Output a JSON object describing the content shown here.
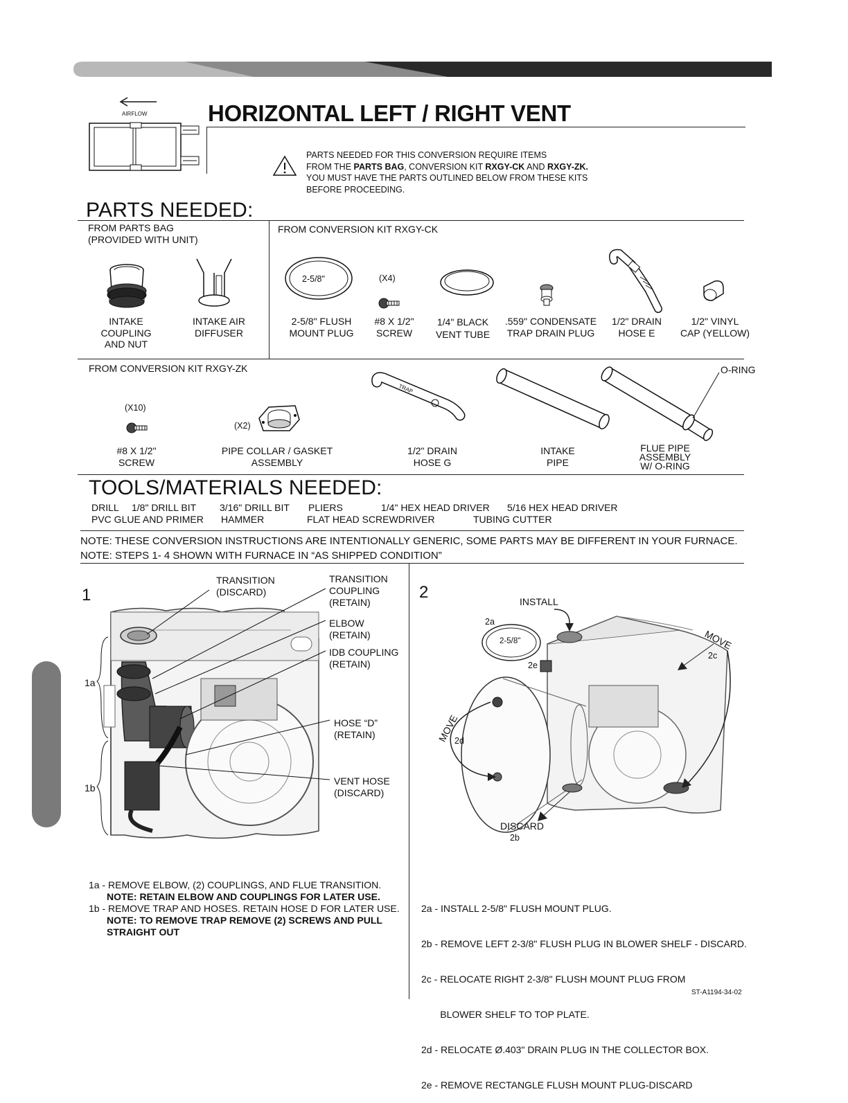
{
  "header": {
    "title": "HORIZONTAL LEFT / RIGHT VENT",
    "airflow_label": "AIRFLOW"
  },
  "warning": {
    "line1": "PARTS NEEDED FOR THIS CONVERSION REQUIRE ITEMS",
    "line2_pre": "FROM THE ",
    "line2_bag": "PARTS BAG",
    "line2_mid": ", CONVERSION KIT ",
    "line2_ck": "RXGY-CK",
    "line2_and": " AND ",
    "line2_zk": "RXGY-ZK.",
    "line3": "YOU MUST HAVE THE PARTS OUTLINED BELOW FROM THESE KITS",
    "line4": "BEFORE PROCEEDING."
  },
  "parts": {
    "heading": "PARTS NEEDED:",
    "bag_heading_1": "FROM PARTS BAG",
    "bag_heading_2": "(PROVIDED WITH UNIT)",
    "ck_heading": "FROM CONVERSION KIT RXGY-CK",
    "zk_heading": "FROM CONVERSION KIT RXGY-ZK",
    "bag_items": [
      {
        "l1": "INTAKE",
        "l2": "COUPLING",
        "l3": "AND NUT"
      },
      {
        "l1": "INTAKE AIR",
        "l2": "DIFFUSER"
      }
    ],
    "ck_items": [
      {
        "l1": "2-5/8\" FLUSH",
        "l2": "MOUNT PLUG",
        "tag": "2-5/8\""
      },
      {
        "l1": "#8 X 1/2\"",
        "l2": "SCREW",
        "qty": "(X4)"
      },
      {
        "l1": "1/4\" BLACK",
        "l2": "VENT TUBE"
      },
      {
        "l1": ".559\" CONDENSATE",
        "l2": "TRAP DRAIN PLUG"
      },
      {
        "l1": "1/2\" DRAIN",
        "l2": "HOSE E"
      },
      {
        "l1": "1/2\" VINYL",
        "l2": "CAP (YELLOW)"
      }
    ],
    "zk_items": [
      {
        "l1": "#8 X 1/2\"",
        "l2": "SCREW",
        "qty": "(X10)"
      },
      {
        "l1": "PIPE COLLAR / GASKET",
        "l2": "ASSEMBLY",
        "qty": "(X2)"
      },
      {
        "l1": "1/2\" DRAIN",
        "l2": "HOSE G",
        "trap": "TRAP"
      },
      {
        "l1": "INTAKE",
        "l2": "PIPE"
      },
      {
        "l1": "FLUE PIPE",
        "l2": "ASSEMBLY",
        "l3": "W/ O-RING",
        "callout": "O-RING"
      }
    ]
  },
  "tools": {
    "heading": "TOOLS/MATERIALS NEEDED:",
    "row1": [
      "DRILL",
      "1/8\" DRILL BIT",
      "3/16\" DRILL BIT",
      "PLIERS",
      "1/4\" HEX HEAD DRIVER",
      "5/16 HEX HEAD DRIVER"
    ],
    "row2": [
      "PVC GLUE AND PRIMER",
      "HAMMER",
      "FLAT HEAD SCREWDRIVER",
      "TUBING CUTTER"
    ]
  },
  "notes": {
    "n1": "NOTE: THESE CONVERSION INSTRUCTIONS ARE INTENTIONALLY GENERIC, SOME PARTS MAY BE DIFFERENT IN YOUR FURNACE.",
    "n2": "NOTE: STEPS 1- 4 SHOWN WITH FURNACE IN  “AS SHIPPED CONDITION”"
  },
  "step1": {
    "number": "1",
    "callouts": {
      "transition_1": "TRANSITION",
      "transition_2": "(DISCARD)",
      "tcoupling_1": "TRANSITION",
      "tcoupling_2": "COUPLING",
      "tcoupling_3": "(RETAIN)",
      "elbow_1": "ELBOW",
      "elbow_2": "(RETAIN)",
      "idb_1": "IDB COUPLING",
      "idb_2": "(RETAIN)",
      "hose_1": "HOSE “D”",
      "hose_2": "(RETAIN)",
      "vent_1": "VENT HOSE",
      "vent_2": "(DISCARD)",
      "label_1a": "1a",
      "label_1b": "1b"
    },
    "instr": [
      {
        "tag": "1a - ",
        "text": "REMOVE ELBOW, (2) COUPLINGS, AND FLUE TRANSITION."
      },
      {
        "tag": "",
        "text": "NOTE: RETAIN ELBOW AND COUPLINGS FOR LATER USE.",
        "bold": true
      },
      {
        "tag": "1b - ",
        "text": "REMOVE TRAP AND HOSES. RETAIN HOSE D FOR LATER USE."
      },
      {
        "tag": "",
        "text": "NOTE: TO REMOVE TRAP REMOVE (2) SCREWS AND PULL",
        "bold": true
      },
      {
        "tag": "",
        "text": "STRAIGHT OUT",
        "bold": true
      }
    ]
  },
  "step2": {
    "number": "2",
    "callouts": {
      "install": "INSTALL",
      "l2a": "2a",
      "plug": "2-5/8\"",
      "l2e": "2e",
      "move_top": "MOVE",
      "l2c": "2c",
      "move_left": "MOVE",
      "l2d": "2d",
      "discard": "DISCARD",
      "l2b": "2b"
    },
    "instr": [
      "2a - INSTALL 2-5/8\" FLUSH MOUNT PLUG.",
      "2b - REMOVE LEFT 2-3/8\" FLUSH PLUG IN BLOWER SHELF - DISCARD.",
      "2c - RELOCATE RIGHT 2-3/8\" FLUSH MOUNT PLUG FROM",
      "       BLOWER SHELF TO TOP PLATE.",
      "2d - RELOCATE Ø.403\" DRAIN PLUG IN THE COLLECTOR BOX.",
      "2e - REMOVE RECTANGLE FLUSH MOUNT PLUG-DISCARD"
    ]
  },
  "doc_code": "ST-A1194-34-02"
}
